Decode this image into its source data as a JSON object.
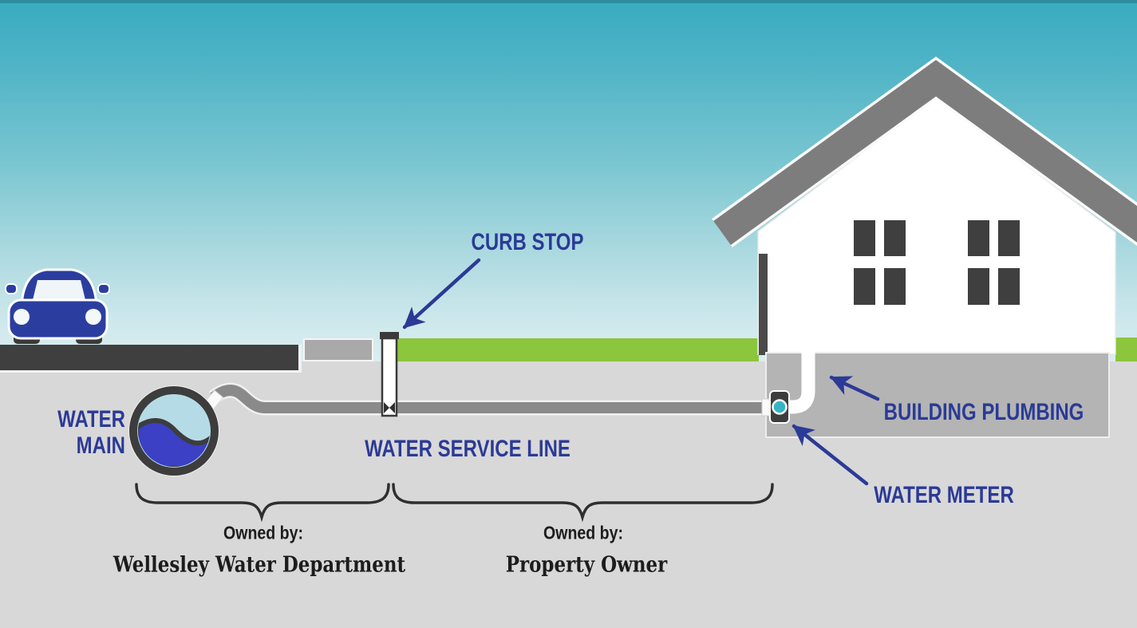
{
  "scene": {
    "description": "Cross-section diagram of a residential water service line from the street water main to a house",
    "labels": {
      "curb_stop": "CURB STOP",
      "water_main_lines": [
        "WATER",
        "MAIN"
      ],
      "water_service_line": "WATER SERVICE LINE",
      "building_plumbing": "BUILDING PLUMBING",
      "water_meter": "WATER METER"
    },
    "ownership": [
      {
        "prefix": "Owned by:",
        "owner": "Wellesley Water Department"
      },
      {
        "prefix": "Owned by:",
        "owner": "Property Owner"
      }
    ],
    "colors": {
      "label_blue": "#2b3a96",
      "sky_top": "#39abc0",
      "sky_bottom": "#dceef0",
      "ground_gray": "#d8d8d8",
      "road_dark": "#3f3f3f",
      "sidewalk_gray": "#a9a9a9",
      "grass_green": "#8cc63c",
      "pipe_gray": "#8a8a8a",
      "roof_gray": "#7d7d7d",
      "foundation_gray": "#b4b4b4",
      "water_main_light": "#b5dce6",
      "water_main_dark": "#3b40c4",
      "meter_teal": "#35b4c6",
      "car_blue": "#2b3ea0",
      "ownership_text": "#1c1c1c"
    }
  }
}
